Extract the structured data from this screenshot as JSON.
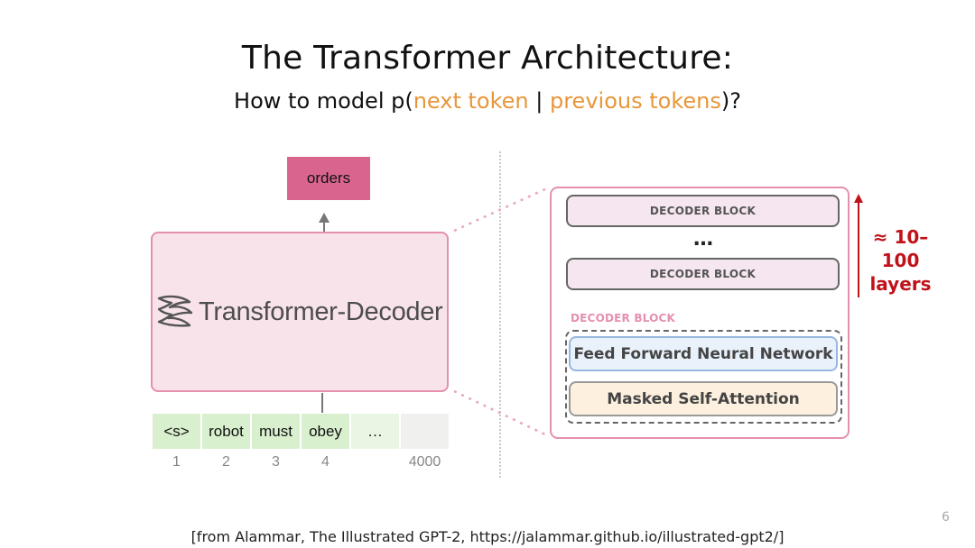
{
  "slide": {
    "title": "The Transformer Architecture:",
    "subtitle_prefix": "How to model p(",
    "subtitle_next": "next token",
    "subtitle_sep": " | ",
    "subtitle_prev": "previous tokens",
    "subtitle_suffix": ")?",
    "page_number": "6",
    "citation": "[from Alammar, The Illustrated GPT-2, https://jalammar.github.io/illustrated-gpt2/]"
  },
  "left_diagram": {
    "output_token": "orders",
    "decoder_label": "Transformer-Decoder",
    "tokens": [
      "<s>",
      "robot",
      "must",
      "obey",
      "…",
      ""
    ],
    "positions": [
      "1",
      "2",
      "3",
      "4",
      "",
      "4000"
    ]
  },
  "right_diagram": {
    "block_label_top": "DECODER BLOCK",
    "ellipsis": "…",
    "block_label_bottom": "DECODER BLOCK",
    "inner_label": "DECODER BLOCK",
    "ffn_label": "Feed Forward Neural Network",
    "attention_label": "Masked Self-Attention",
    "layers_line1": "≈ 10–100",
    "layers_line2": "layers"
  },
  "colors": {
    "accent_orange": "#e8963a",
    "decoder_pink": "#e58fb0",
    "output_pink": "#d9658e",
    "token_green": "#d9f0cf",
    "layers_red": "#c0121a"
  },
  "icons": {
    "logo": "transformer-logo-icon",
    "arrow": "arrow-up-icon"
  }
}
